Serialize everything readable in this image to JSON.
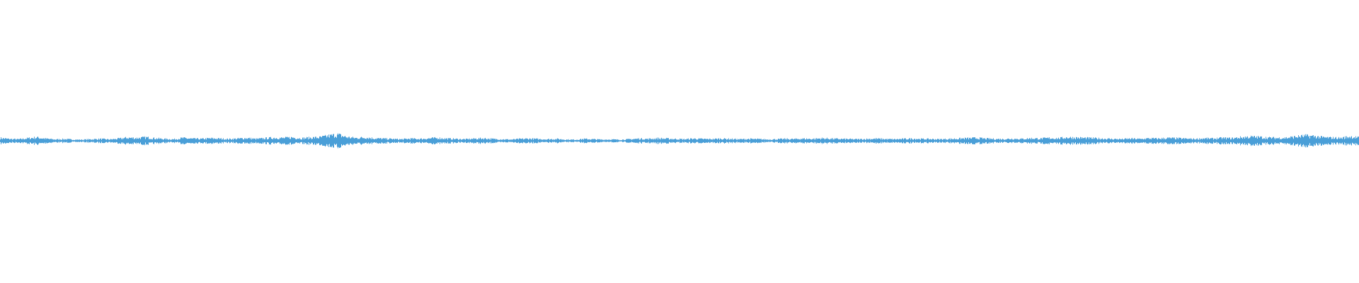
{
  "waveform": {
    "color": "#4a9fd8",
    "background": "#ffffff",
    "envelope": [
      0.45,
      0.3,
      0.25,
      0.4,
      0.55,
      0.35,
      0.22,
      0.28,
      0.2,
      0.18,
      0.25,
      0.3,
      0.22,
      0.35,
      0.5,
      0.45,
      0.55,
      0.4,
      0.3,
      0.25,
      0.45,
      0.35,
      0.3,
      0.4,
      0.35,
      0.28,
      0.35,
      0.45,
      0.3,
      0.4,
      0.5,
      0.45,
      0.55,
      0.4,
      0.5,
      0.55,
      0.8,
      1.0,
      0.6,
      0.45,
      0.55,
      0.4,
      0.35,
      0.3,
      0.25,
      0.35,
      0.3,
      0.4,
      0.45,
      0.35,
      0.3,
      0.25,
      0.35,
      0.4,
      0.3,
      0.25,
      0.2,
      0.3,
      0.35,
      0.28,
      0.25,
      0.3,
      0.2,
      0.18,
      0.3,
      0.25,
      0.2,
      0.22,
      0.18,
      0.25,
      0.35,
      0.3,
      0.4,
      0.35,
      0.3,
      0.25,
      0.35,
      0.3,
      0.28,
      0.35,
      0.3,
      0.25,
      0.3,
      0.28,
      0.22,
      0.25,
      0.3,
      0.28,
      0.35,
      0.3,
      0.4,
      0.35,
      0.3,
      0.28,
      0.25,
      0.3,
      0.35,
      0.28,
      0.25,
      0.3,
      0.35,
      0.3,
      0.28,
      0.25,
      0.3,
      0.35,
      0.4,
      0.45,
      0.35,
      0.3,
      0.28,
      0.35,
      0.3,
      0.4,
      0.35,
      0.45,
      0.4,
      0.55,
      0.5,
      0.45,
      0.4,
      0.35,
      0.3,
      0.28,
      0.35,
      0.3,
      0.4,
      0.35,
      0.45,
      0.4,
      0.35,
      0.3,
      0.4,
      0.35,
      0.45,
      0.4,
      0.55,
      0.65,
      0.6,
      0.5,
      0.45,
      0.5,
      0.65,
      0.8,
      0.75,
      0.55,
      0.5,
      0.45,
      0.7,
      0.5
    ]
  }
}
